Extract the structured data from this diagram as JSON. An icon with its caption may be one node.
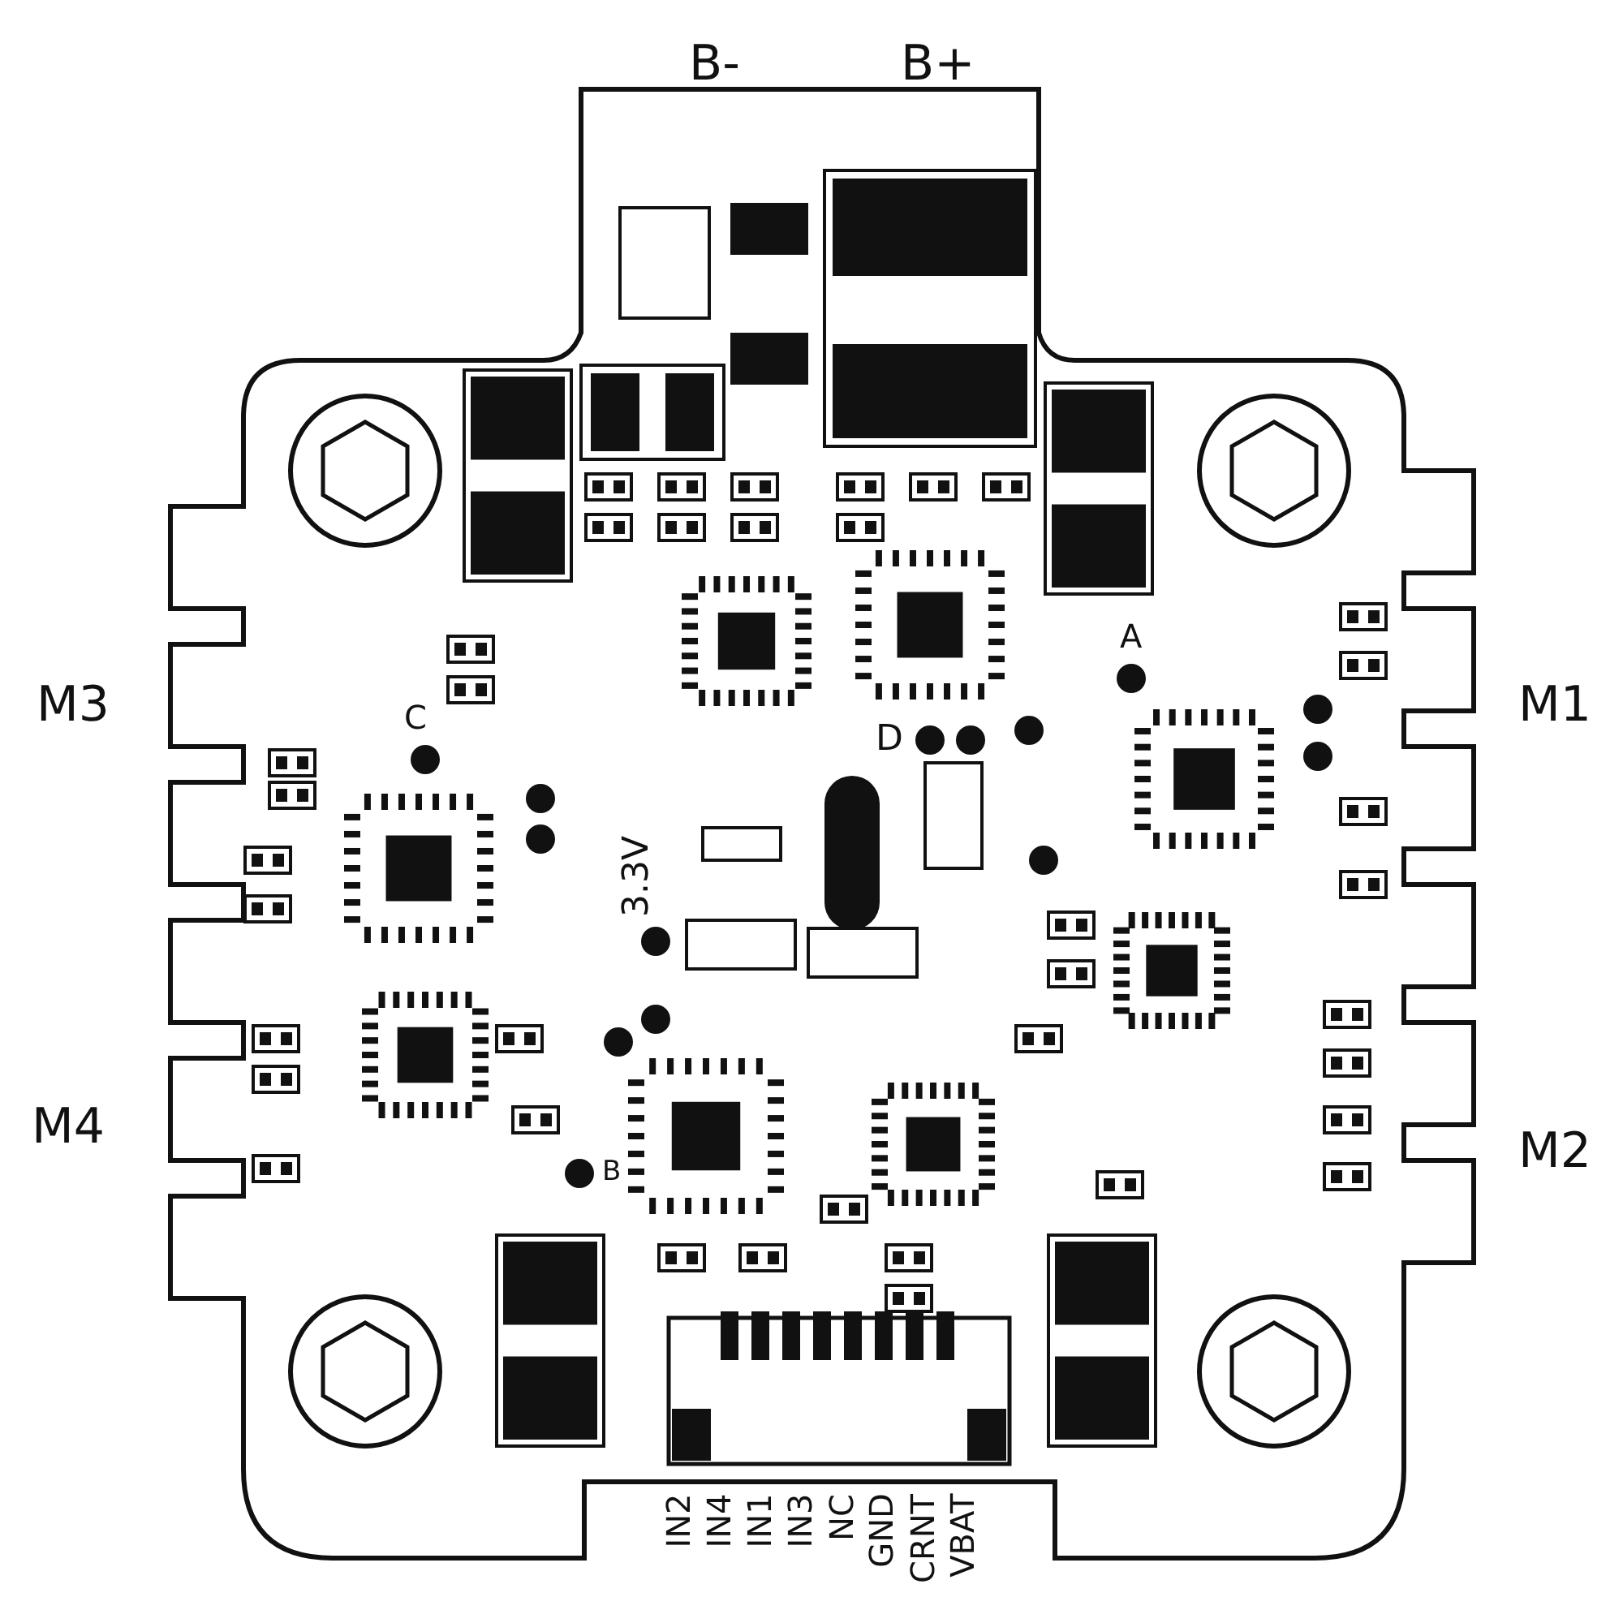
{
  "diagram": {
    "labels": [
      "B-",
      "B+",
      "M3",
      "M1",
      "A",
      "C",
      "D",
      "3.3V",
      "M4",
      "M2",
      "B",
      "IN2",
      "IN4",
      "IN1",
      "IN3",
      "NC",
      "GND",
      "CRNT",
      "VBAT"
    ]
  }
}
